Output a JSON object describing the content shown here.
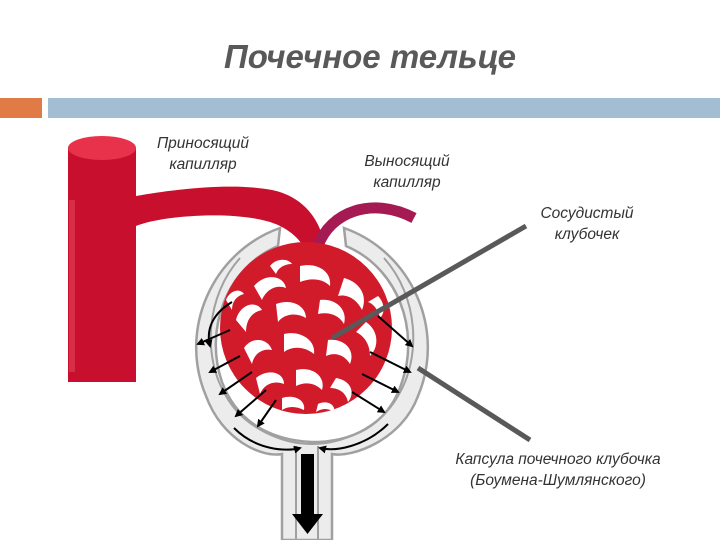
{
  "title": "Почечное тельце",
  "labels": {
    "afferent_line1": "Приносящий",
    "afferent_line2": "капилляр",
    "efferent_line1": "Выносящий",
    "efferent_line2": "капилляр",
    "glomerulus_line1": "Сосудистый",
    "glomerulus_line2": "клубочек",
    "capsule_line1": "Капсула почечного клубочка",
    "capsule_line2": "(Боумена-Шумлянского)"
  },
  "colors": {
    "afferent_vessel": "#c8102e",
    "efferent_vessel": "#a51a52",
    "capsule_fill": "#ececec",
    "capsule_outline": "#a0a0a0",
    "arrows": "#000000",
    "pointer_lines": "#595959",
    "accent_bar": "#e07b45",
    "header_bar": "#a3bdd3"
  }
}
